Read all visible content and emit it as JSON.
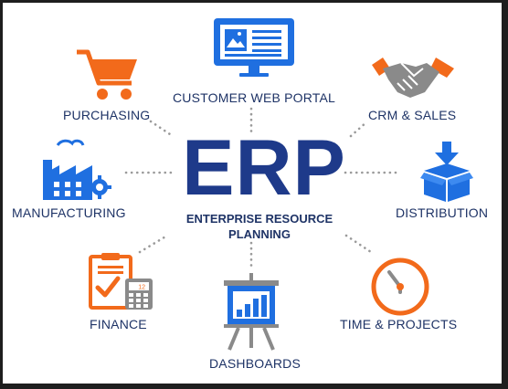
{
  "colors": {
    "navy": "#1e3a8a",
    "blue": "#1f6fe0",
    "orange": "#f26a1b",
    "gray": "#9a9a9a",
    "text": "#1e3366"
  },
  "center": {
    "title": "ERP",
    "subtitle_line1": "ENTERPRISE RESOURCE",
    "subtitle_line2": "PLANNING"
  },
  "nodes": {
    "customer_web_portal": {
      "label": "CUSTOMER WEB PORTAL",
      "icon": "monitor-icon"
    },
    "purchasing": {
      "label": "PURCHASING",
      "icon": "shopping-cart-icon"
    },
    "crm_sales": {
      "label": "CRM & SALES",
      "icon": "handshake-icon"
    },
    "manufacturing": {
      "label": "MANUFACTURING",
      "icon": "factory-icon"
    },
    "distribution": {
      "label": "DISTRIBUTION",
      "icon": "box-icon"
    },
    "finance": {
      "label": "FINANCE",
      "icon": "clipboard-calculator-icon"
    },
    "dashboards": {
      "label": "DASHBOARDS",
      "icon": "presentation-board-icon"
    },
    "time_projects": {
      "label": "TIME & PROJECTS",
      "icon": "clock-icon"
    }
  },
  "calculator_display": "12"
}
